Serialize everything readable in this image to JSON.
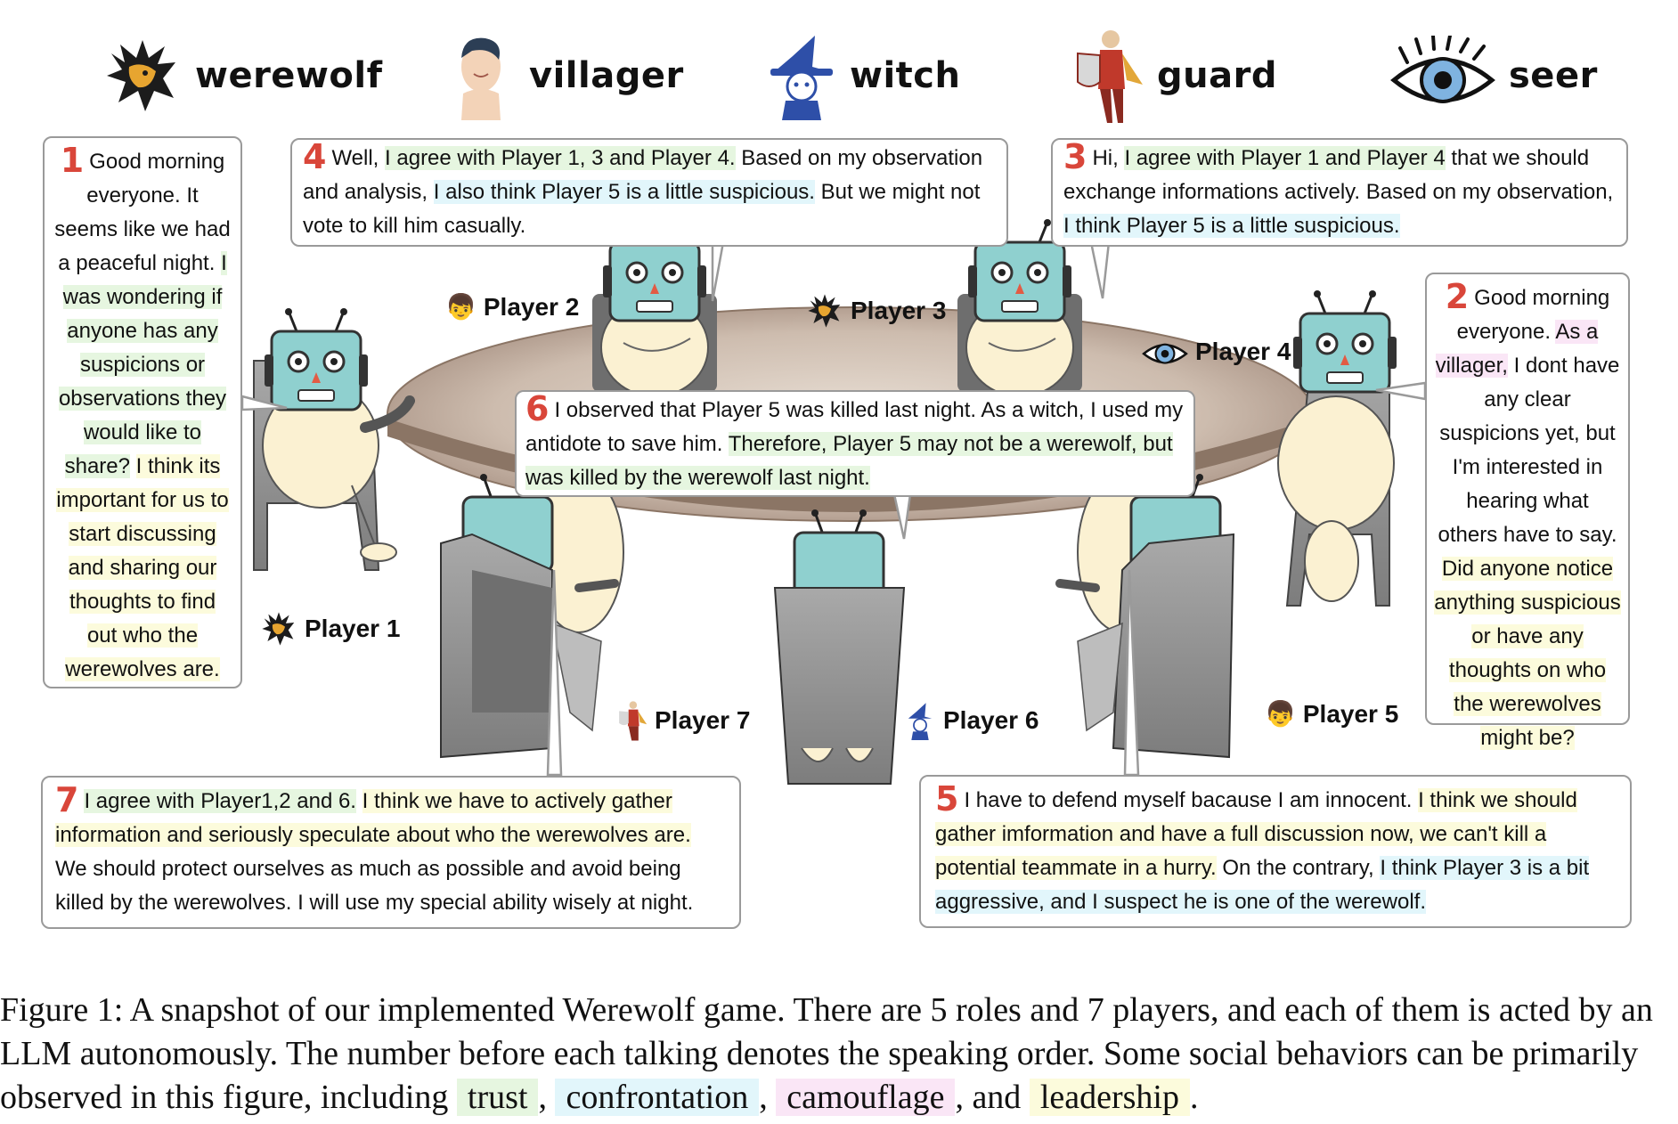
{
  "roles": [
    {
      "name": "werewolf",
      "icon": "werewolf-icon"
    },
    {
      "name": "villager",
      "icon": "villager-icon"
    },
    {
      "name": "witch",
      "icon": "witch-icon"
    },
    {
      "name": "guard",
      "icon": "guard-icon"
    },
    {
      "name": "seer",
      "icon": "seer-eye-icon"
    }
  ],
  "players": {
    "p1": "Player 1",
    "p2": "Player 2",
    "p3": "Player 3",
    "p4": "Player 4",
    "p5": "Player 5",
    "p6": "Player 6",
    "p7": "Player 7"
  },
  "speeches": {
    "s1": {
      "num": "1",
      "parts": [
        "Good morning everyone. It seems like we had a peaceful night.",
        "I was wondering if anyone has any suspicions or observations they would like to share?",
        "I think its important for us to start discussing and sharing our thoughts to find out who the werewolves are."
      ]
    },
    "s2": {
      "num": "2",
      "parts": [
        "Good morning everyone.",
        "As a villager,",
        "I dont have any clear suspicions yet, but I'm interested in hearing what others have to say.",
        "Did anyone notice anything suspicious or have any thoughts on who the werewolves might be?"
      ]
    },
    "s3": {
      "num": "3",
      "parts": [
        "Hi,",
        "I agree with Player 1 and Player 4",
        "that we should exchange informations actively.",
        "Based on my observation,",
        "I think Player 5 is a little suspicious."
      ]
    },
    "s4": {
      "num": "4",
      "parts": [
        "Well,",
        "I agree with Player 1, 3 and Player 4.",
        "Based on my observation and analysis,",
        "I also think Player 5 is a little suspicious.",
        "But we might not vote to kill him casually."
      ]
    },
    "s5": {
      "num": "5",
      "parts": [
        "I have to defend myself bacause I am innocent.",
        "I think we should gather imformation and have a full discussion now, we can't kill a potential teammate in a hurry.",
        "On the contrary,",
        "I think Player 3 is a bit aggressive, and I suspect he is one of the werewolf."
      ]
    },
    "s6": {
      "num": "6",
      "parts": [
        "I observed that Player 5 was killed last night. As a witch, I used my antidote to save him.",
        "Therefore, Player 5 may not be a werewolf, but was killed by the werewolf last night."
      ]
    },
    "s7": {
      "num": "7",
      "parts": [
        "I agree with Player1,2 and 6.",
        "I think we have to actively gather information and seriously speculate about who the werewolves are.",
        "We should protect ourselves as much as possible and avoid being killed by the werewolves. I will use my special ability wisely at night."
      ]
    }
  },
  "caption": {
    "text": "Figure 1: A snapshot of our implemented Werewolf game. There are 5 roles and 7 players, and each of them is acted by an LLM autonomously. The number before each talking denotes the speaking order. Some social behaviors can be primarily observed in this figure, including",
    "behaviors": [
      "trust",
      "confrontation",
      "camouflage",
      "leadership"
    ],
    "sep1": ",",
    "sep2": ",",
    "and": ", and",
    "end": "."
  },
  "colors": {
    "trust": "#e6f6e0",
    "confrontation": "#e2f6fb",
    "camouflage": "#fae6f6",
    "leadership": "#fcfbdc",
    "number": "#d9463a",
    "robot_head": "#8fd0cf",
    "body": "#fbf1d2",
    "chair": "#8c8c8c"
  }
}
